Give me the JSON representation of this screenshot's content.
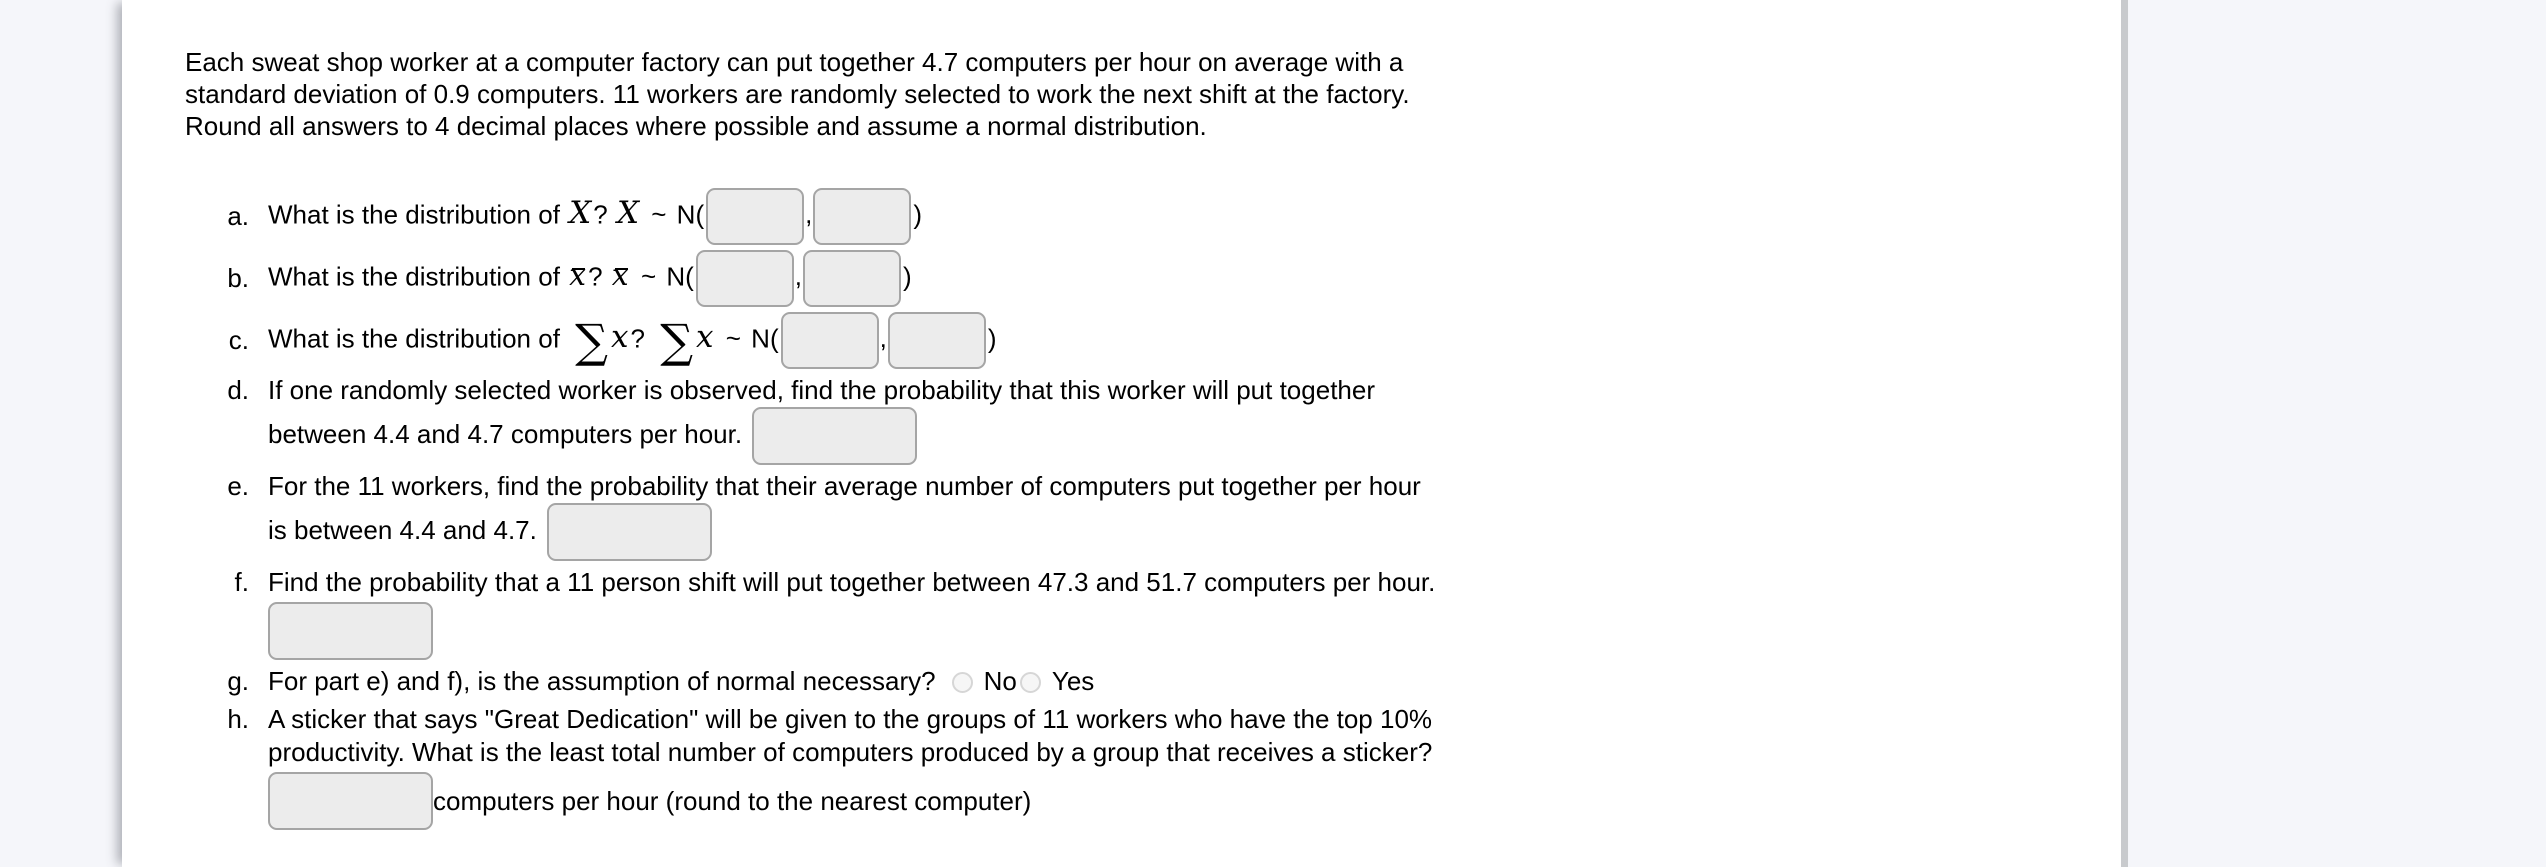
{
  "colors": {
    "page_background": "#f5f6fa",
    "panel_background": "#ffffff",
    "panel_edge_line": "#c8cacd",
    "input_fill": "#ececec",
    "input_border": "#a5a5a5",
    "radio_border": "#d6d6d6",
    "text": "#000000"
  },
  "intro": "Each sweat shop worker at a computer factory can put together 4.7 computers per hour on average with a\nstandard deviation of 0.9 computers. 11 workers are randomly selected to work the next shift at the factory.\nRound all answers to 4 decimal places where possible and assume a normal distribution.",
  "math": {
    "question_mark": "?",
    "tilde": "~",
    "n_open": "N(",
    "comma": ",",
    "close_paren": ")",
    "sum": "∑"
  },
  "items": {
    "a": {
      "marker": "a.",
      "prompt": "What is the distribution of",
      "var": "X"
    },
    "b": {
      "marker": "b.",
      "prompt": "What is the distribution of",
      "var": "x"
    },
    "c": {
      "marker": "c.",
      "prompt": "What is the distribution of",
      "var": "x"
    },
    "d": {
      "marker": "d.",
      "text": "If one randomly selected worker is observed, find the probability that this worker will put together\nbetween 4.4 and 4.7 computers per hour."
    },
    "e": {
      "marker": "e.",
      "text": "For the 11 workers, find the probability that their average number of computers put together per hour\nis between 4.4 and 4.7."
    },
    "f": {
      "marker": "f.",
      "text": "Find the probability that a 11 person shift will put together between 47.3 and 51.7 computers per hour."
    },
    "g": {
      "marker": "g.",
      "text": "For part e) and f), is the assumption of normal necessary?",
      "option_no": "No",
      "option_yes": "Yes"
    },
    "h": {
      "marker": "h.",
      "text": "A sticker that says \"Great Dedication\" will be given to the groups of 11 workers who have the top 10%\nproductivity. What is the least total number of computers produced by a group that receives a sticker?",
      "suffix": "computers per hour (round to the nearest computer)"
    }
  }
}
